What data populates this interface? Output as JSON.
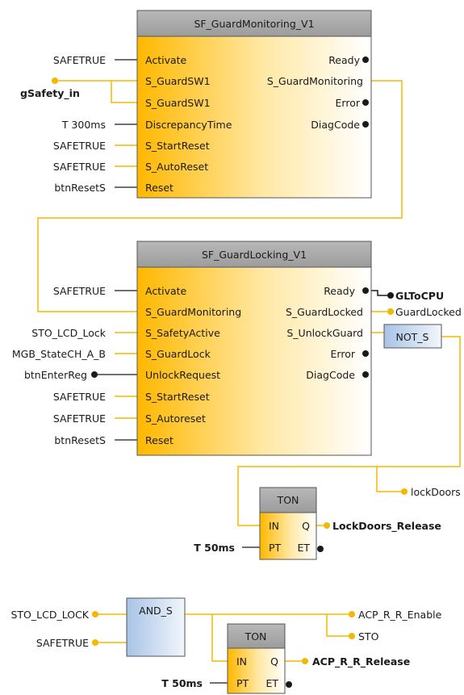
{
  "colors": {
    "safety_wire": "#f5b800",
    "std_wire": "#1a1a1a",
    "block_header": "#a9a9a9",
    "block_border": "#555555",
    "safe_gradient_start": "#ffb800",
    "not_gradient_start": "#a8c3e6"
  },
  "fb1": {
    "title": "SF_GuardMonitoring_V1",
    "in_activate": "Activate",
    "in_sw1a": "S_GuardSW1",
    "in_sw1b": "S_GuardSW1",
    "in_disc": "DiscrepancyTime",
    "in_startreset": "S_StartReset",
    "in_autoreset": "S_AutoReset",
    "in_reset": "Reset",
    "out_ready": "Ready",
    "out_gm": "S_GuardMonitoring",
    "out_error": "Error",
    "out_diag": "DiagCode"
  },
  "fb1_vars": {
    "activate": "SAFETRUE",
    "gsafety": "gSafety_in",
    "disc": "T 300ms",
    "startreset": "SAFETRUE",
    "autoreset": "SAFETRUE",
    "reset": "btnResetS"
  },
  "fb2": {
    "title": "SF_GuardLocking_V1",
    "in_activate": "Activate",
    "in_gm": "S_GuardMonitoring",
    "in_safetyactive": "S_SafetyActive",
    "in_guardlock": "S_GuardLock",
    "in_unlockreq": "UnlockRequest",
    "in_startreset": "S_StartReset",
    "in_autoreset": "S_Autoreset",
    "in_reset": "Reset",
    "out_ready": "Ready",
    "out_locked": "S_GuardLocked",
    "out_unlock": "S_UnlockGuard",
    "out_error": "Error",
    "out_diag": "DiagCode"
  },
  "fb2_vars": {
    "activate": "SAFETRUE",
    "sto_lcd": "STO_LCD_Lock",
    "mgb": "MGB_StateCH_A_B",
    "enter": "btnEnterReg",
    "startreset": "SAFETRUE",
    "autoreset": "SAFETRUE",
    "reset": "btnResetS"
  },
  "fb2_out_vars": {
    "gltocpu": "GLToCPU",
    "guardlocked": "GuardLocked"
  },
  "not_block": {
    "title": "NOT_S",
    "out": "lockDoors"
  },
  "ton1": {
    "title": "TON",
    "in": "IN",
    "pt": "PT",
    "q": "Q",
    "et": "ET",
    "pt_var": "T 50ms",
    "q_var": "LockDoors_Release"
  },
  "and_block": {
    "title": "AND_S",
    "in1_var": "STO_LCD_LOCK",
    "in2_var": "SAFETRUE",
    "out1": "ACP_R_R_Enable",
    "out2": "STO"
  },
  "ton2": {
    "title": "TON",
    "in": "IN",
    "pt": "PT",
    "q": "Q",
    "et": "ET",
    "pt_var": "T 50ms",
    "q_var": "ACP_R_R_Release"
  }
}
